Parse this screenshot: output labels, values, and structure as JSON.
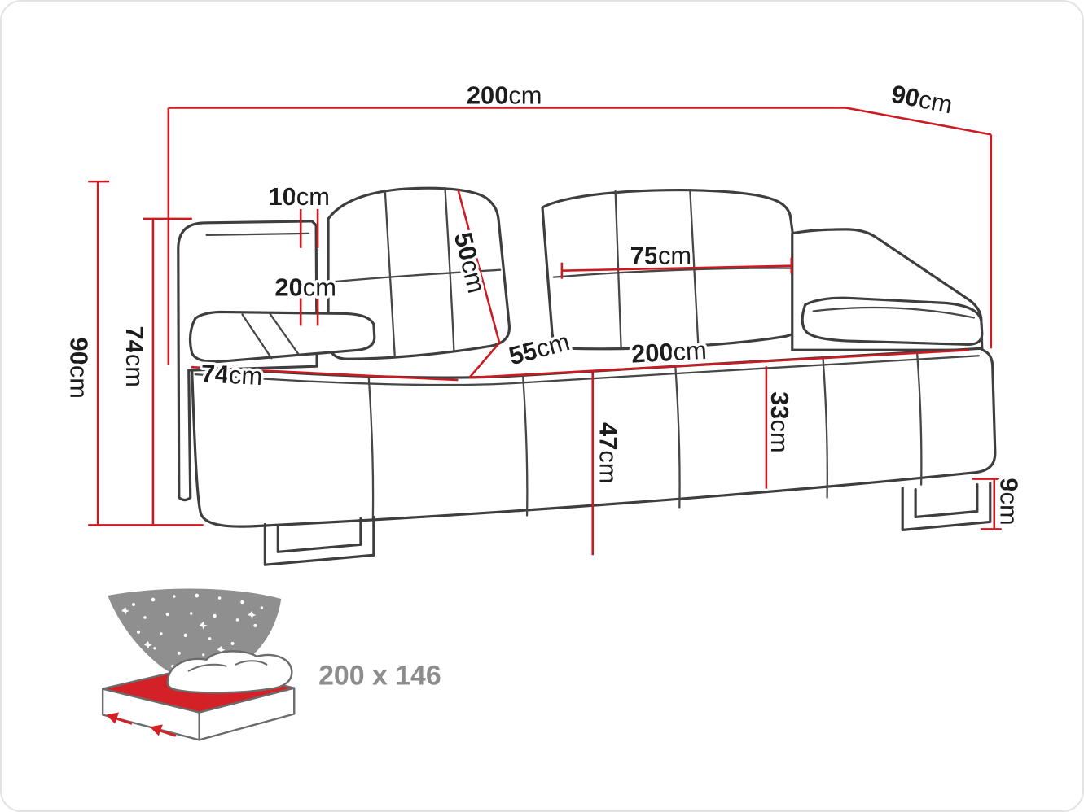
{
  "diagram": {
    "subject": "sofa-bed dimension diagram",
    "unit": "cm",
    "colors": {
      "dimension_red": "#cc1a22",
      "sofa_outline": "#3e3e3e",
      "label_black": "#1c1c1c",
      "bed_icon_gray": "#8f8f8f",
      "bed_icon_red": "#d42027",
      "bed_label_gray": "#8d8d8d"
    },
    "dims": {
      "overall_width": {
        "value": "200",
        "unit": "cm"
      },
      "overall_depth": {
        "value": "90",
        "unit": "cm"
      },
      "overall_height": {
        "value": "90",
        "unit": "cm"
      },
      "arm_height": {
        "value": "74",
        "unit": "cm"
      },
      "arm_top_width": {
        "value": "10",
        "unit": "cm"
      },
      "arm_pad_width": {
        "value": "20",
        "unit": "cm"
      },
      "backrest_height": {
        "value": "50",
        "unit": "cm"
      },
      "back_cushion_width": {
        "value": "75",
        "unit": "cm"
      },
      "seat_depth_inner": {
        "value": "55",
        "unit": "cm"
      },
      "seat_width": {
        "value": "200",
        "unit": "cm"
      },
      "seat_depth_front": {
        "value": "74",
        "unit": "cm"
      },
      "seat_height": {
        "value": "47",
        "unit": "cm"
      },
      "base_height": {
        "value": "33",
        "unit": "cm"
      },
      "leg_height": {
        "value": "9",
        "unit": "cm"
      }
    },
    "sleeping_area": {
      "label": "200 x 146"
    }
  }
}
